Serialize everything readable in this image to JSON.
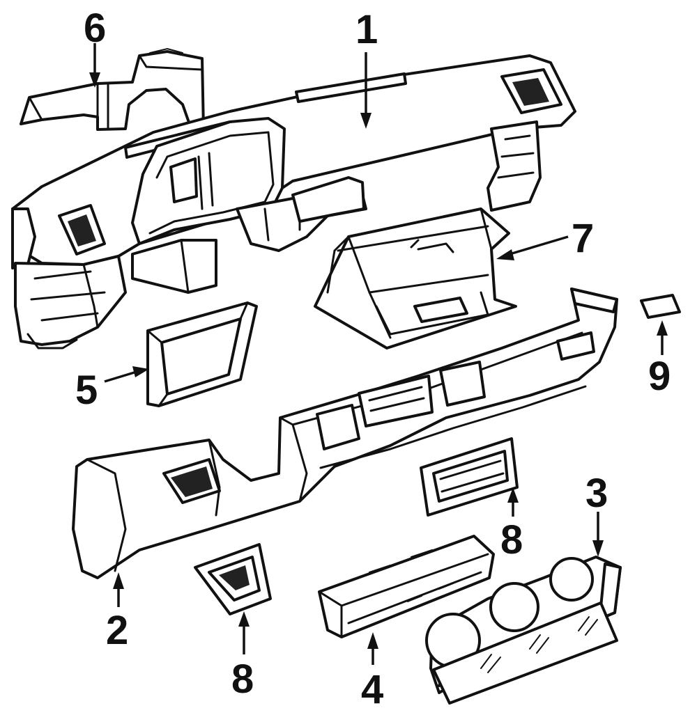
{
  "callouts": [
    {
      "id": "1",
      "label": "1"
    },
    {
      "id": "2",
      "label": "2"
    },
    {
      "id": "3",
      "label": "3"
    },
    {
      "id": "4",
      "label": "4"
    },
    {
      "id": "5",
      "label": "5"
    },
    {
      "id": "6",
      "label": "6"
    },
    {
      "id": "7",
      "label": "7"
    },
    {
      "id": "8a",
      "label": "8"
    },
    {
      "id": "8b",
      "label": "8"
    },
    {
      "id": "9",
      "label": "9"
    }
  ]
}
